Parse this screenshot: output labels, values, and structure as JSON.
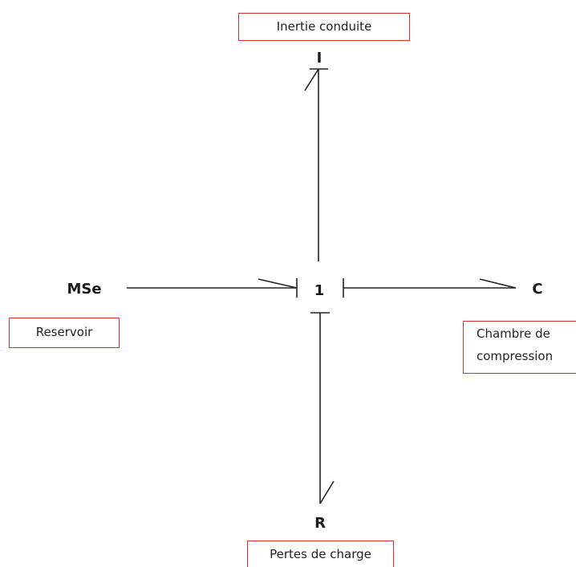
{
  "diagram": {
    "nodes": {
      "junction": "1",
      "source": "MSe",
      "inertia": "I",
      "compliance": "C",
      "resistance": "R"
    },
    "labels": {
      "inertia": "Inertie conduite",
      "source": "Reservoir",
      "compliance_line1": "Chambre de",
      "compliance_line2": "compression",
      "resistance": "Pertes de charge"
    },
    "colors": {
      "label_border": "#d93030",
      "bond_stroke": "#222222"
    }
  }
}
